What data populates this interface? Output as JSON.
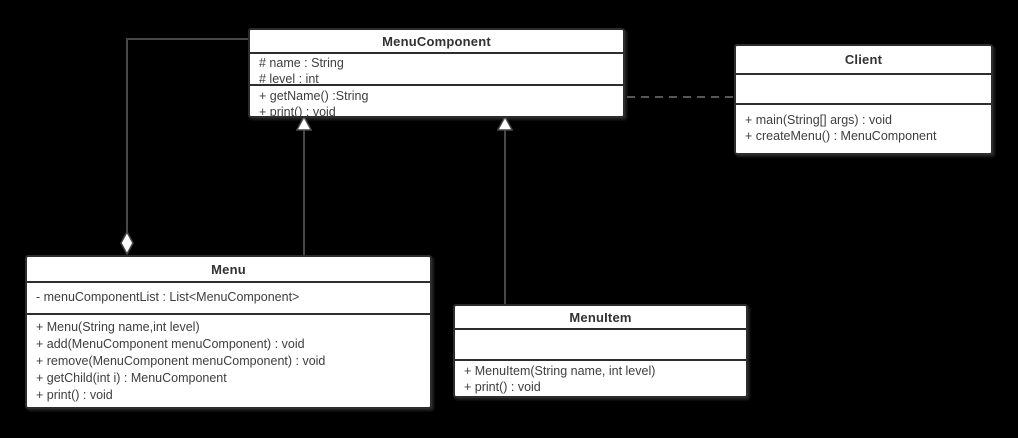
{
  "diagram": {
    "kind": "uml-class-diagram",
    "pattern": "Composite",
    "colors": {
      "background": "#000000",
      "node_fill": "#ffffff",
      "node_border": "#2d2d2d",
      "edge_line": "#474747",
      "edge_dash": "#575757",
      "text": "#3e3e3e",
      "title_text": "#323232"
    }
  },
  "classes": {
    "menu_component": {
      "title": "MenuComponent",
      "attributes": [
        "# name : String",
        "# level : int"
      ],
      "methods": [
        "+ getName() :String",
        "+ print() : void"
      ]
    },
    "client": {
      "title": "Client",
      "attributes": [],
      "methods": [
        "+ main(String[] args) : void",
        "+ createMenu() : MenuComponent"
      ]
    },
    "menu": {
      "title": "Menu",
      "attributes": [
        "- menuComponentList : List<MenuComponent>"
      ],
      "methods": [
        "+ Menu(String name,int level)",
        "+ add(MenuComponent menuComponent) : void",
        "+ remove(MenuComponent menuComponent) : void",
        "+ getChild(int i) : MenuComponent",
        "+ print() : void"
      ]
    },
    "menu_item": {
      "title": "MenuItem",
      "attributes": [],
      "methods": [
        "+ MenuItem(String name, int level)",
        "+ print() : void"
      ]
    }
  },
  "relationships": [
    {
      "type": "aggregation",
      "from": "Menu",
      "to": "MenuComponent",
      "marker": "hollow-diamond",
      "marker_at": "Menu"
    },
    {
      "type": "generalization",
      "from": "Menu",
      "to": "MenuComponent",
      "marker": "hollow-triangle",
      "marker_at": "MenuComponent"
    },
    {
      "type": "generalization",
      "from": "MenuItem",
      "to": "MenuComponent",
      "marker": "hollow-triangle",
      "marker_at": "MenuComponent"
    },
    {
      "type": "dependency",
      "from": "Client",
      "to": "MenuComponent",
      "line": "dashed"
    }
  ]
}
